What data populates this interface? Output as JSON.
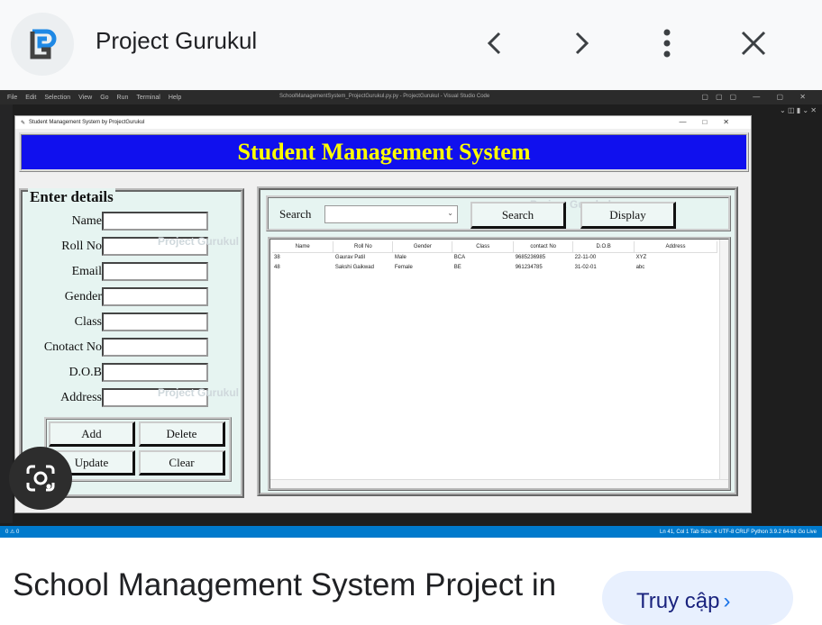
{
  "header": {
    "site_title": "Project Gurukul",
    "back_icon": "chevron-left-icon",
    "forward_icon": "chevron-right-icon",
    "more_icon": "more-vert-icon",
    "close_icon": "close-icon"
  },
  "vscode": {
    "menu": [
      "File",
      "Edit",
      "Selection",
      "View",
      "Go",
      "Run",
      "Terminal",
      "Help"
    ],
    "window_title": "SchoolManagementSystem_ProjectGurukul.py.py - ProjectGurukul - Visual Studio Code",
    "status_left": "0 ⚠ 0",
    "status_right": "Ln 41, Col 1   Tab Size: 4   UTF-8   CRLF   Python   3.9.2 64-bit   Go Live"
  },
  "app": {
    "window_title": "Student Management System by ProjectGurukul",
    "banner_title": "Student Management System",
    "details_legend": "Enter details",
    "fields": [
      {
        "label": "Name",
        "value": ""
      },
      {
        "label": "Roll No",
        "value": ""
      },
      {
        "label": "Email",
        "value": ""
      },
      {
        "label": "Gender",
        "value": ""
      },
      {
        "label": "Class",
        "value": ""
      },
      {
        "label": "Cnotact No",
        "value": ""
      },
      {
        "label": "D.O.B",
        "value": ""
      },
      {
        "label": "Address",
        "value": ""
      }
    ],
    "buttons": {
      "add": "Add",
      "delete": "Delete",
      "update": "Update",
      "clear": "Clear"
    },
    "search_label": "Search",
    "search_value": "",
    "search_button": "Search",
    "display_button": "Display",
    "watermark": "Project Gurukul",
    "table": {
      "columns": [
        "Name",
        "Roll No",
        "Gender",
        "Class",
        "contact No",
        "D.O.B",
        "Address"
      ],
      "rows": [
        [
          "38",
          "Gaurav Patil",
          "Male",
          "BCA",
          "9685236985",
          "22-11-00",
          "XYZ"
        ],
        [
          "48",
          "Sakshi Gaikwad",
          "Female",
          "BE",
          "961234785",
          "31-02-01",
          "abc"
        ]
      ]
    }
  },
  "caption": "School Management System Project in",
  "visit_button": "Truy cập"
}
